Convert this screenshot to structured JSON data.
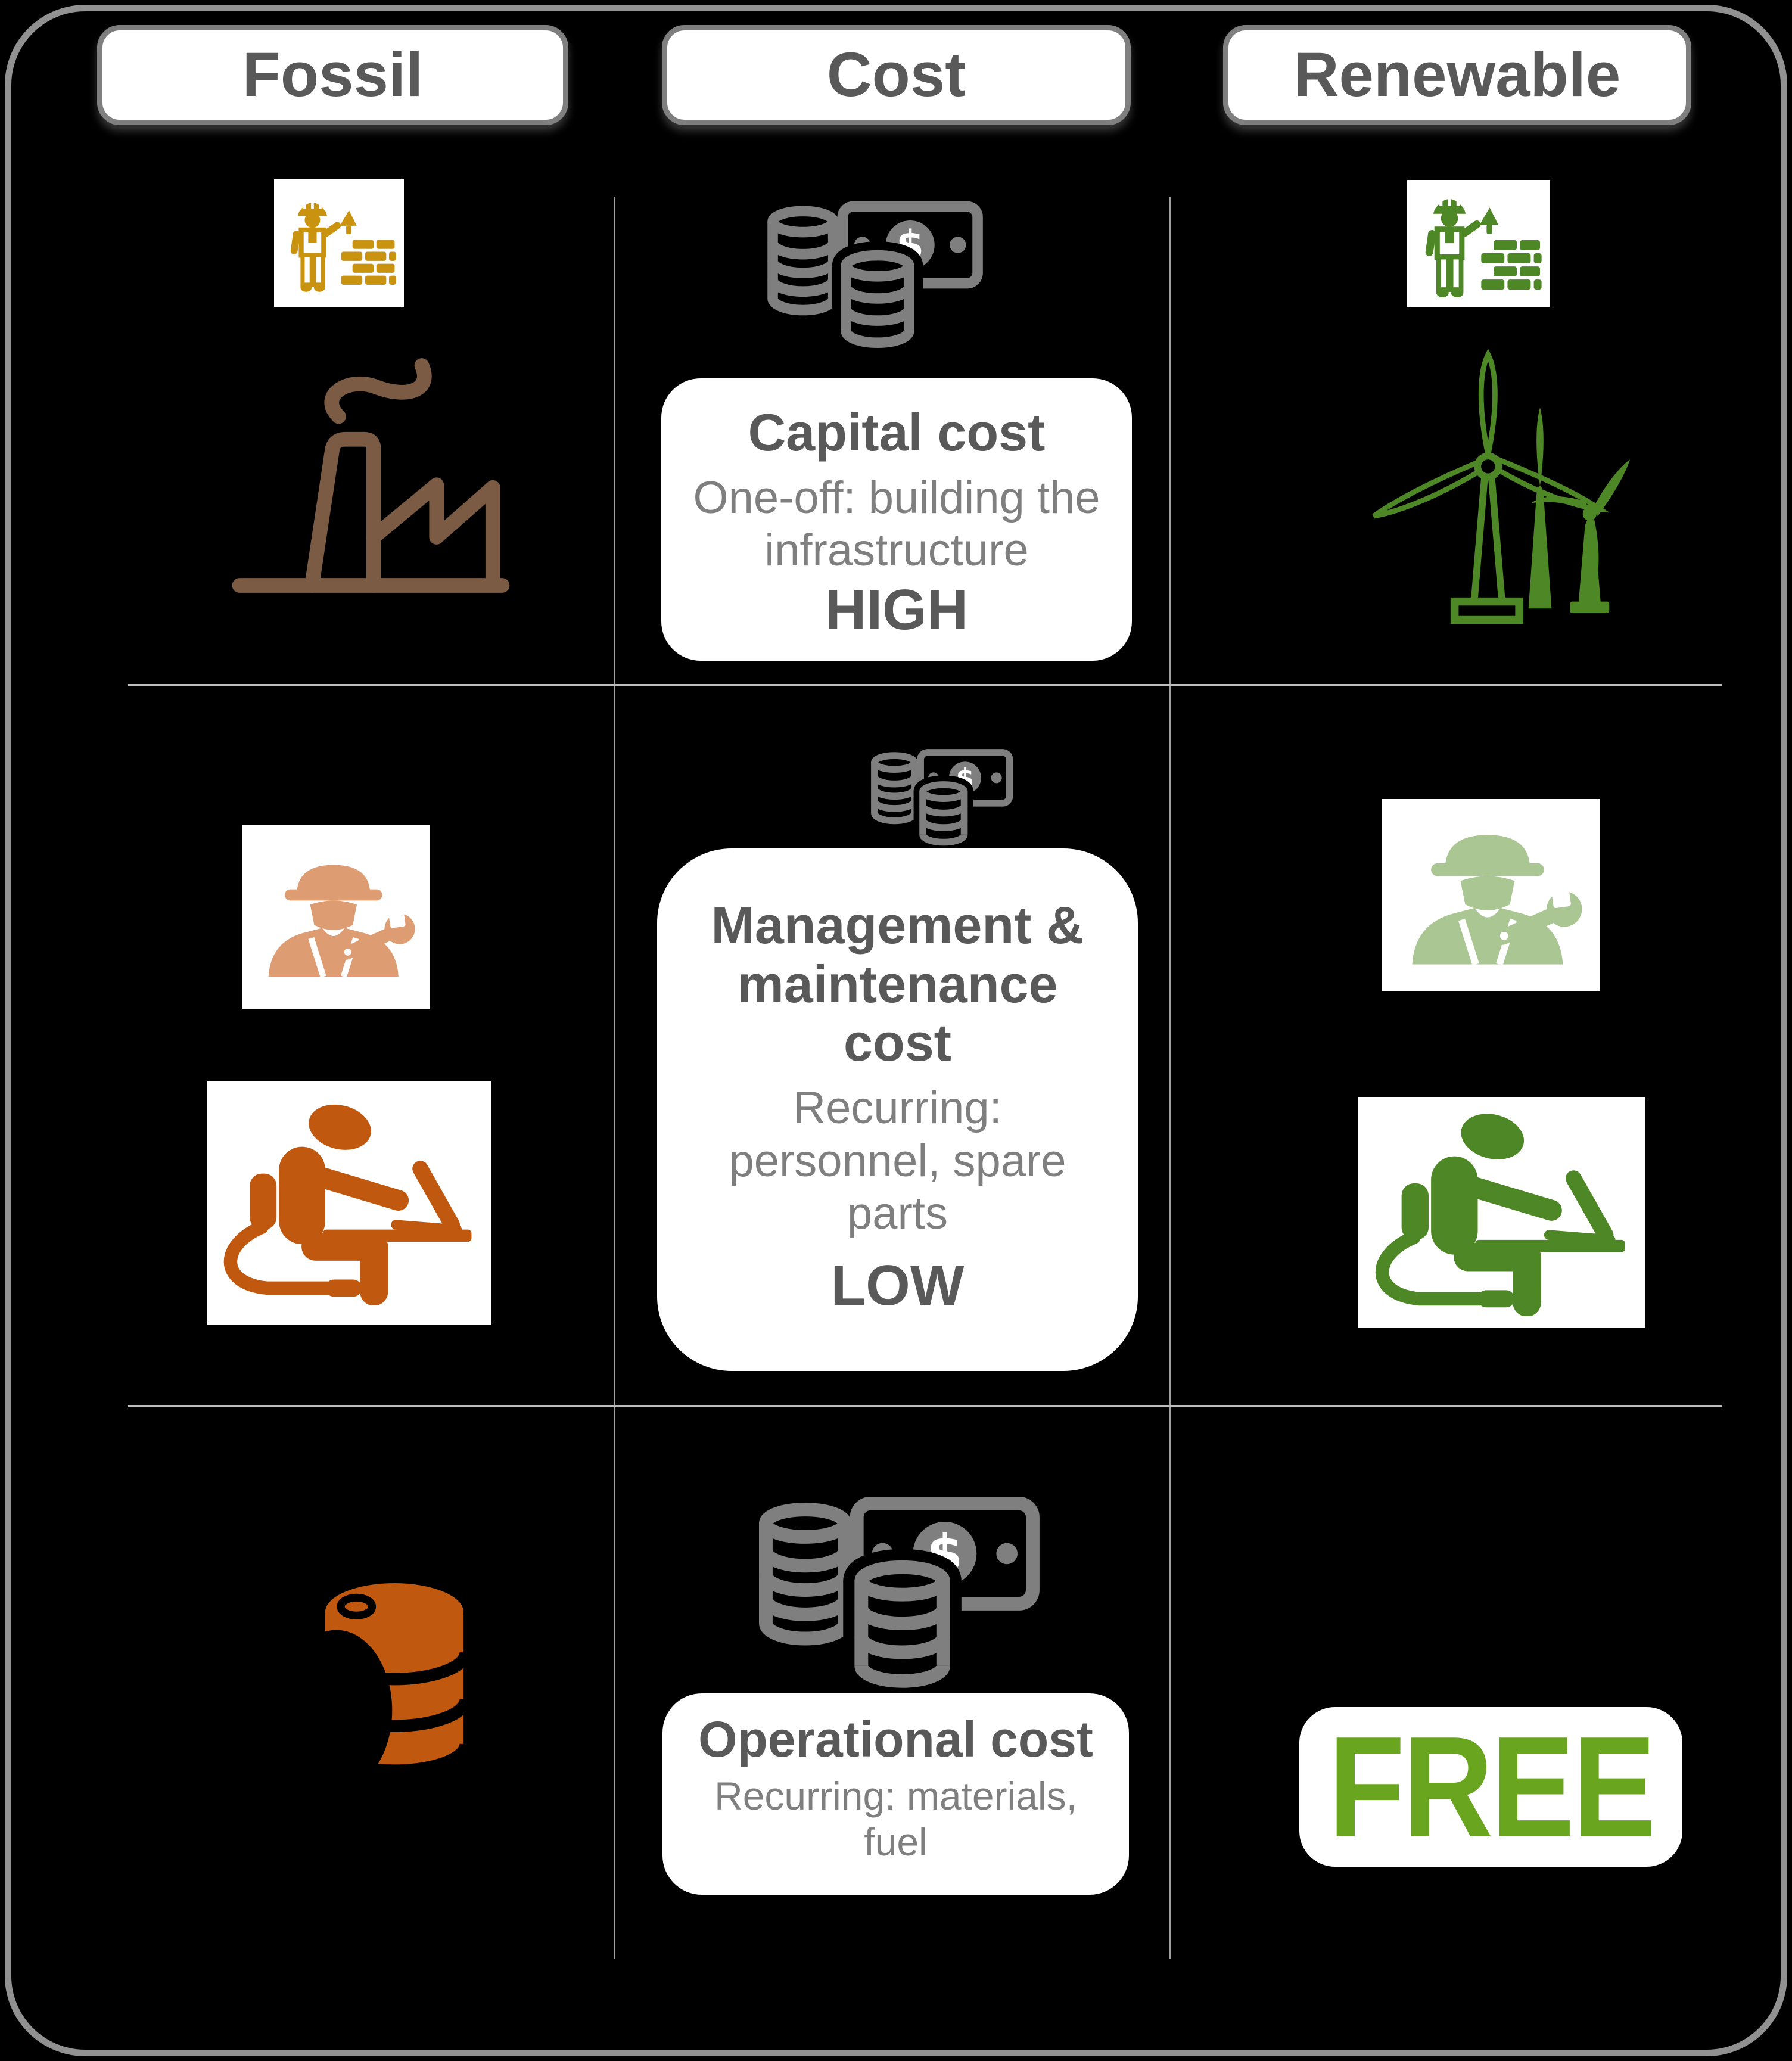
{
  "columns": {
    "fossil": "Fossil",
    "cost": "Cost",
    "renewable": "Renewable"
  },
  "rows": {
    "capital": {
      "title": "Capital cost",
      "subtitle": "One-off: building the infrastructure",
      "level": "HIGH"
    },
    "maintenance": {
      "title": "Management & maintenance cost",
      "subtitle": "Recurring: personnel, spare parts",
      "level": "LOW"
    },
    "operational": {
      "title": "Operational cost",
      "subtitle": "Recurring: materials, fuel",
      "renewable_value": "FREE"
    }
  },
  "icons": {
    "cost_column": "money-icon",
    "fossil_row1": [
      "construction-worker-icon",
      "factory-icon"
    ],
    "renewable_row1": [
      "construction-worker-icon",
      "wind-turbines-icon"
    ],
    "fossil_row2": [
      "maintenance-worker-icon",
      "person-with-laptop-icon"
    ],
    "renewable_row2": [
      "maintenance-worker-icon",
      "person-with-laptop-icon"
    ],
    "fossil_row3": [
      "oil-barrel-icon"
    ]
  },
  "colors": {
    "background": "#000000",
    "frame-border": "#919191",
    "grid-line": "#BDBDBD",
    "header-text": "#595959",
    "title-text": "#595959",
    "subtitle-text": "#7F7F7F",
    "money-gray": "#7F7F7F",
    "fossil-gold": "#C9930F",
    "fossil-brown": "#7B5B43",
    "fossil-tan": "#DD9C72",
    "fossil-orange": "#C0580F",
    "renewable-green": "#4E8725",
    "renewable-light-green": "#A9C693",
    "free-green": "#69A51F"
  }
}
